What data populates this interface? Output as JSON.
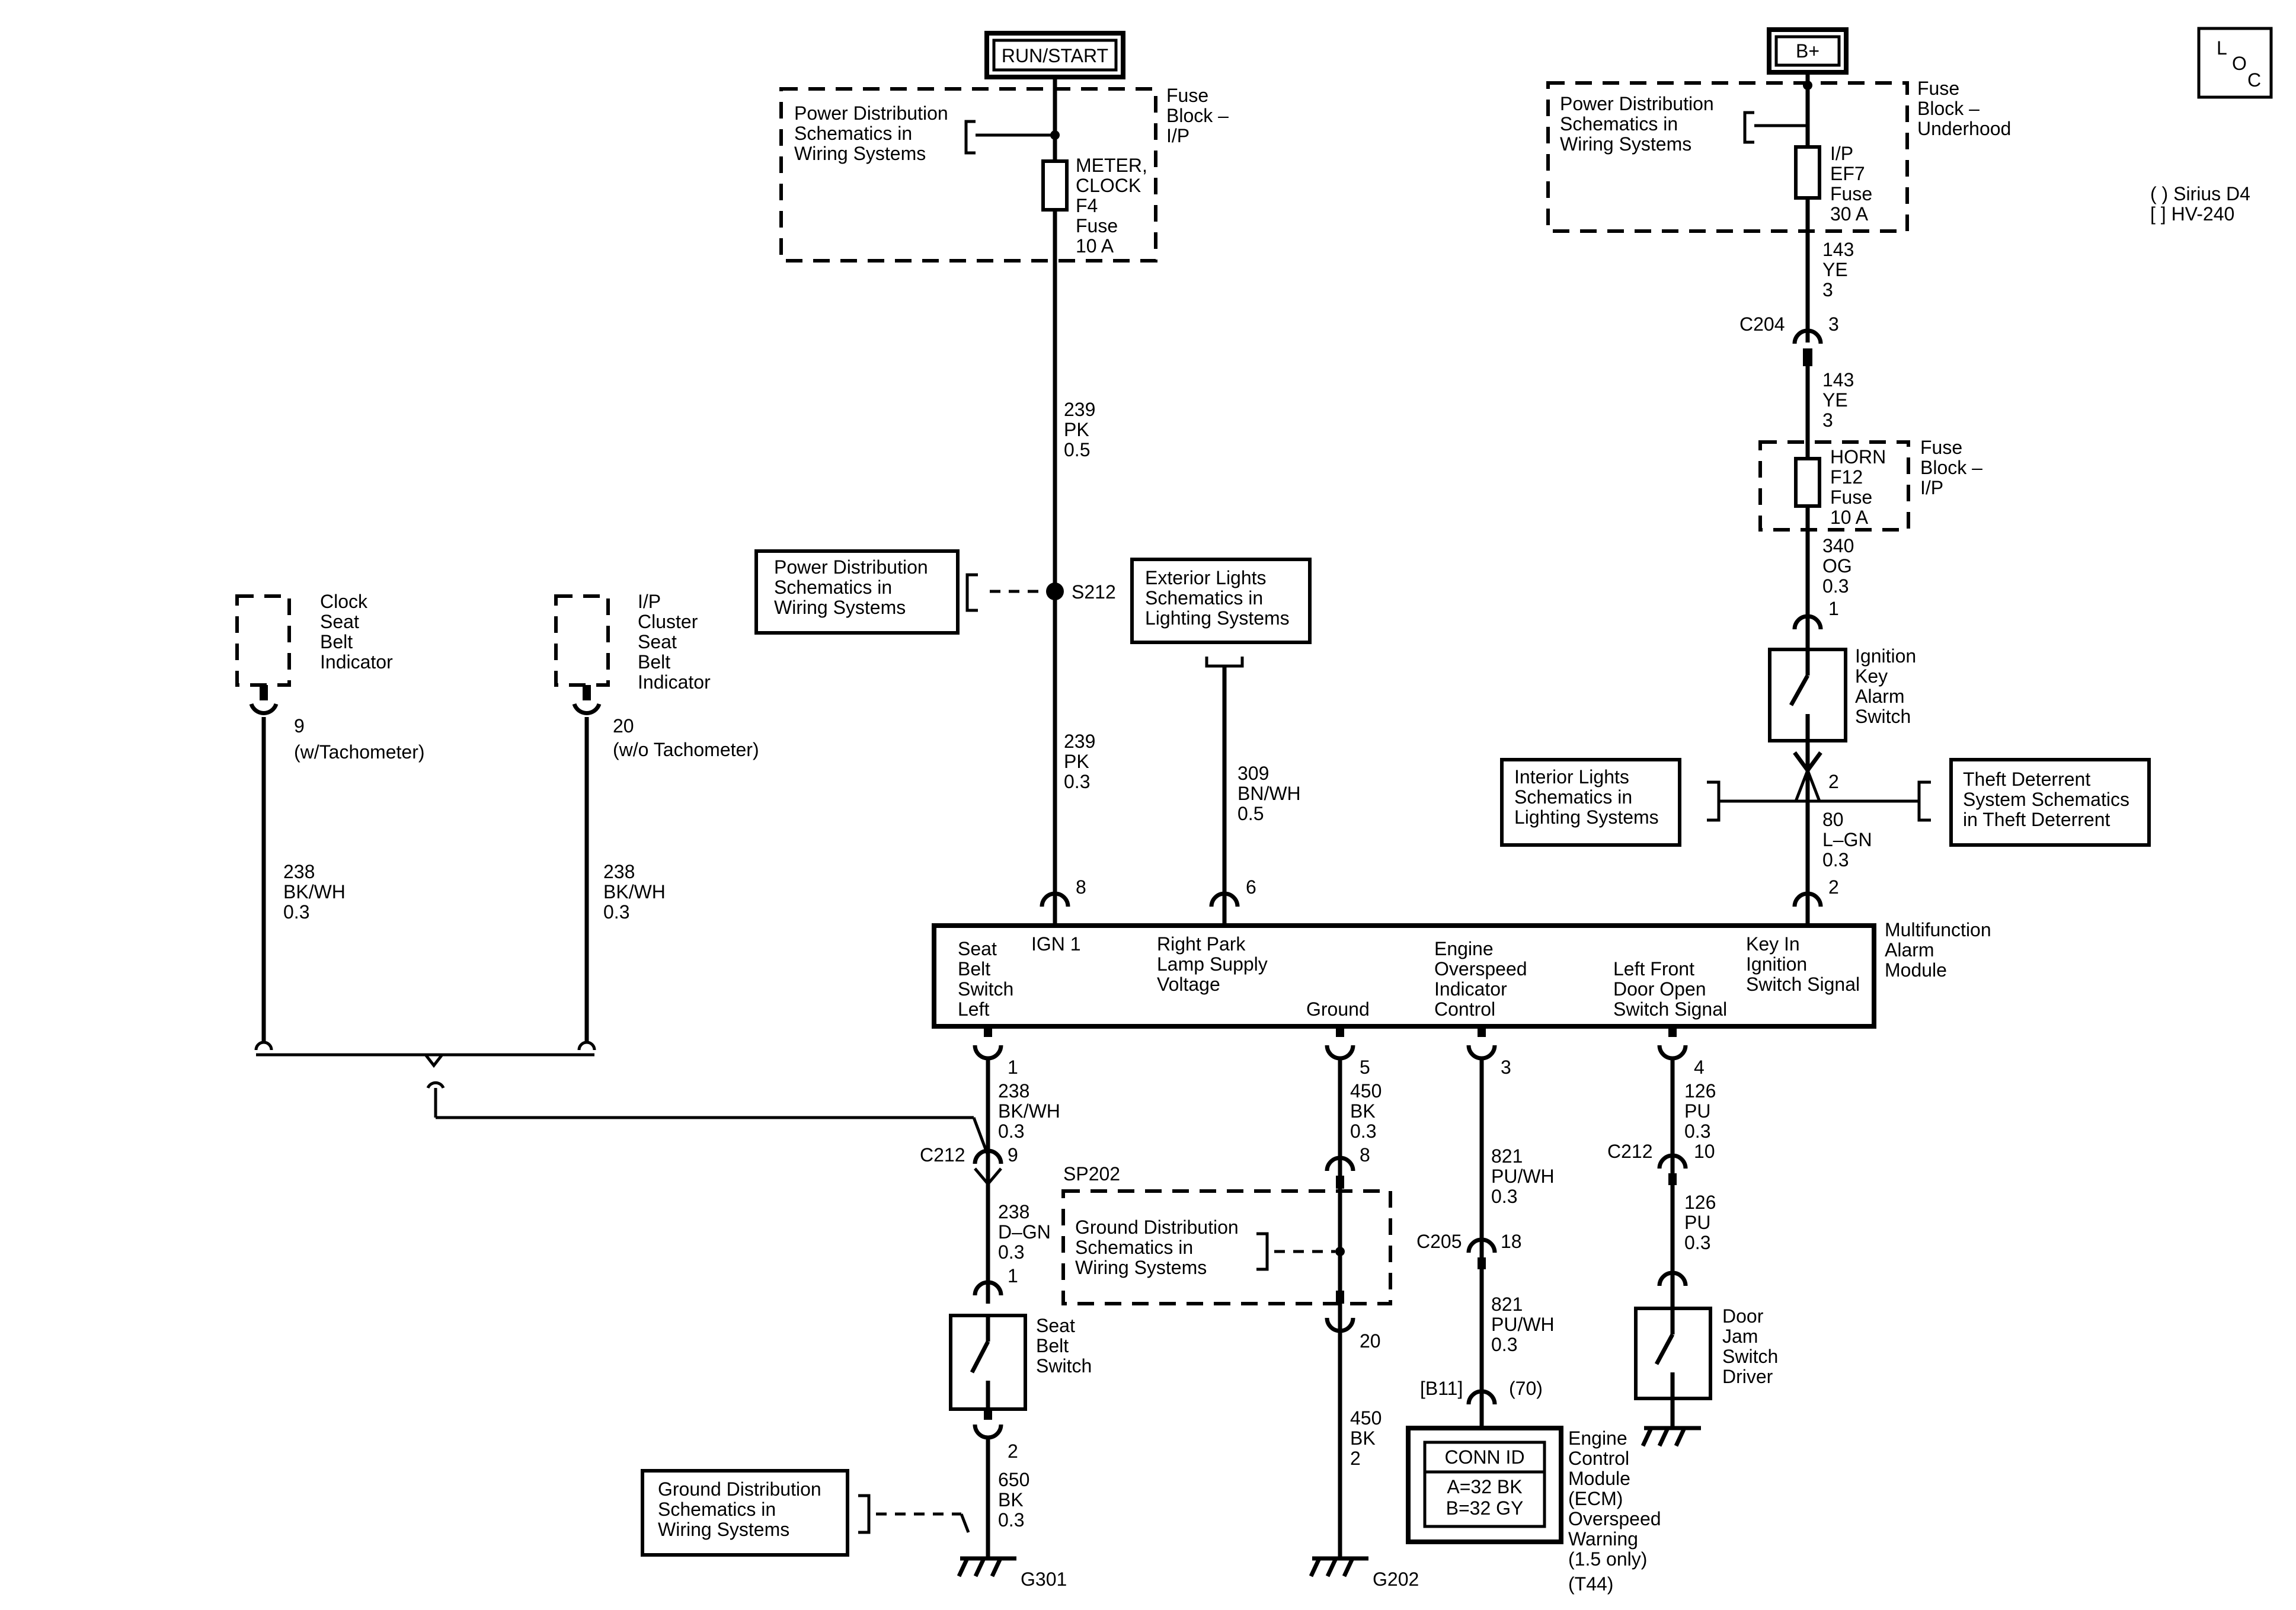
{
  "sources": {
    "run_start": "RUN/START",
    "b_plus": "B+",
    "loc": [
      "L",
      "O",
      "C"
    ],
    "legend": [
      "( ) Sirius D4",
      "[ ] HV-240"
    ]
  },
  "fuse_left": {
    "ref": [
      "Power Distribution",
      "Schematics in",
      "Wiring Systems"
    ],
    "block": [
      "Fuse",
      "Block –",
      "I/P"
    ],
    "fuse": [
      "METER,",
      "CLOCK",
      "F4",
      "Fuse",
      "10 A"
    ]
  },
  "fuse_right": {
    "ref": [
      "Power Distribution",
      "Schematics in",
      "Wiring Systems"
    ],
    "block": [
      "Fuse",
      "Block –",
      "Underhood"
    ],
    "fuse": [
      "I/P",
      "EF7",
      "Fuse",
      "30 A"
    ],
    "wire1": [
      "143",
      "YE",
      "3"
    ],
    "c204_label": "C204",
    "c204_pin": "3",
    "wire2": [
      "143",
      "YE",
      "3"
    ],
    "horn_fuse": [
      "HORN",
      "F12",
      "Fuse",
      "10 A"
    ],
    "horn_block": [
      "Fuse",
      "Block –",
      "I/P"
    ],
    "wire3": [
      "340",
      "OG",
      "0.3"
    ],
    "key_pin1": "1",
    "key_switch": [
      "Ignition",
      "Key",
      "Alarm",
      "Switch"
    ],
    "key_pin2": "2",
    "wire4": [
      "80",
      "L–GN",
      "0.3"
    ],
    "mod_pin": "2",
    "interior_ref": [
      "Interior Lights",
      "Schematics in",
      "Lighting Systems"
    ],
    "theft_ref": [
      "Theft Deterrent",
      "System Schematics",
      "in Theft Deterrent"
    ]
  },
  "ign_circuit": {
    "wire1": [
      "239",
      "PK",
      "0.5"
    ],
    "splice": "S212",
    "splice_ref": [
      "Power Distribution",
      "Schematics in",
      "Wiring Systems"
    ],
    "wire2": [
      "239",
      "PK",
      "0.3"
    ],
    "pin": "8"
  },
  "park_circuit": {
    "ref": [
      "Exterior Lights",
      "Schematics in",
      "Lighting Systems"
    ],
    "wire": [
      "309",
      "BN/WH",
      "0.5"
    ],
    "pin": "6"
  },
  "indicators": {
    "clock": [
      "Clock",
      "Seat",
      "Belt",
      "Indicator"
    ],
    "clock_pin": [
      "9",
      "(w/Tachometer)"
    ],
    "clock_wire": [
      "238",
      "BK/WH",
      "0.3"
    ],
    "cluster": [
      "I/P",
      "Cluster",
      "Seat",
      "Belt",
      "Indicator"
    ],
    "cluster_pin": [
      "20",
      "(w/o Tachometer)"
    ],
    "cluster_wire": [
      "238",
      "BK/WH",
      "0.3"
    ]
  },
  "module": {
    "name": [
      "Multifunction",
      "Alarm",
      "Module"
    ],
    "labels": {
      "seat_belt": [
        "Seat",
        "Belt",
        "Switch",
        "Left"
      ],
      "ign1": [
        "IGN 1"
      ],
      "park": [
        "Right Park",
        "Lamp Supply",
        "Voltage"
      ],
      "ground": [
        "Ground"
      ],
      "engine": [
        "Engine",
        "Overspeed",
        "Indicator",
        "Control"
      ],
      "door": [
        "Left Front",
        "Door Open",
        "Switch Signal"
      ],
      "key": [
        "Key In",
        "Ignition",
        "Switch Signal"
      ]
    }
  },
  "seat_circuit": {
    "pin1": "1",
    "wire1": [
      "238",
      "BK/WH",
      "0.3"
    ],
    "c212_label": "C212",
    "c212_pin": "9",
    "wire2": [
      "238",
      "D–GN",
      "0.3"
    ],
    "sw_pin1": "1",
    "switch": [
      "Seat",
      "Belt",
      "Switch"
    ],
    "sw_pin2": "2",
    "wire3": [
      "650",
      "BK",
      "0.3"
    ],
    "ground_ref": [
      "Ground Distribution",
      "Schematics in",
      "Wiring Systems"
    ],
    "ground": "G301"
  },
  "ground_circuit": {
    "pin": "5",
    "wire1": [
      "450",
      "BK",
      "0.3"
    ],
    "pin2": "8",
    "splice": "SP202",
    "splice_ref": [
      "Ground Distribution",
      "Schematics in",
      "Wiring Systems"
    ],
    "pin3": "20",
    "wire2": [
      "450",
      "BK",
      "2"
    ],
    "ground": "G202"
  },
  "engine_circuit": {
    "pin": "3",
    "wire1": [
      "821",
      "PU/WH",
      "0.3"
    ],
    "c205_label": "C205",
    "c205_pin": "18",
    "wire2": [
      "821",
      "PU/WH",
      "0.3"
    ],
    "ecm_pin_hv": "[B11]",
    "ecm_pin_sirius": "(70)",
    "conn_title": "CONN ID",
    "conn_a": "A=32 BK",
    "conn_b": "B=32 GY",
    "ecm": [
      "Engine",
      "Control",
      "Module",
      "(ECM)",
      "Overspeed",
      "Warning",
      "(1.5 only)",
      "(T44)"
    ]
  },
  "door_circuit": {
    "pin": "4",
    "wire1": [
      "126",
      "PU",
      "0.3"
    ],
    "c212_label": "C212",
    "c212_pin": "10",
    "wire2": [
      "126",
      "PU",
      "0.3"
    ],
    "switch": [
      "Door",
      "Jam",
      "Switch",
      "Driver"
    ]
  }
}
